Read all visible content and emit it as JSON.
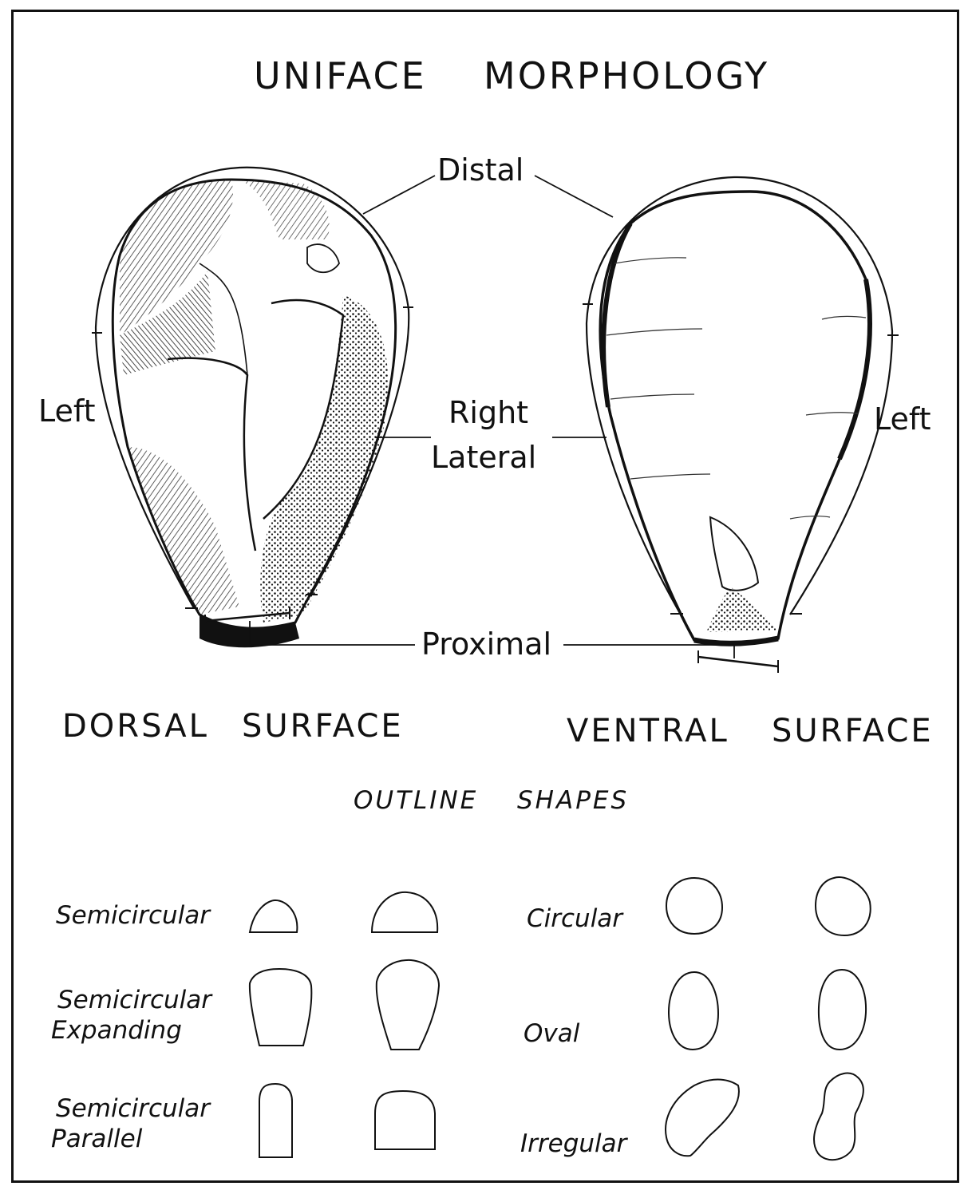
{
  "title_left": "UNIFACE",
  "title_right": "MORPHOLOGY",
  "labels": {
    "distal": "Distal",
    "left_dorsal": "Left",
    "right": "Right",
    "lateral": "Lateral",
    "left_ventral": "Left",
    "proximal": "Proximal"
  },
  "surfaces": {
    "dorsal_a": "DORSAL",
    "dorsal_b": "SURFACE",
    "ventral_a": "VENTRAL",
    "ventral_b": "SURFACE"
  },
  "outline_shapes": {
    "heading_a": "OUTLINE",
    "heading_b": "SHAPES",
    "semicircular": "Semicircular",
    "semicircular_expanding_1": "Semicircular",
    "semicircular_expanding_2": "Expanding",
    "semicircular_parallel_1": "Semicircular",
    "semicircular_parallel_2": "Parallel",
    "circular": "Circular",
    "oval": "Oval",
    "irregular": "Irregular"
  }
}
